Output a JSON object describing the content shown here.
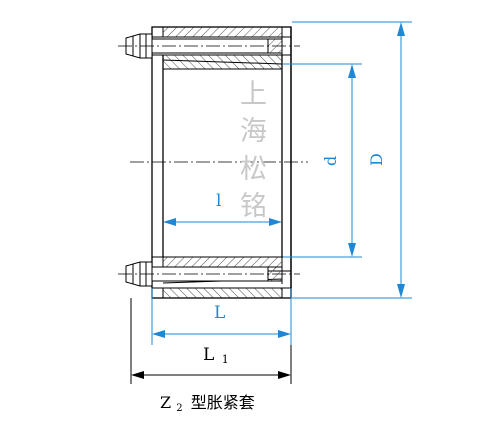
{
  "colors": {
    "line": "#000000",
    "dimension": "#1e88d6",
    "watermark": "#c8c8c8",
    "hatch": "#555555",
    "background": "#ffffff"
  },
  "dimensions": {
    "inner_length": "l",
    "length": "L",
    "length_total_base": "L",
    "length_total_sub": "1",
    "bore_diameter": "d",
    "outer_diameter": "D"
  },
  "watermark": {
    "chars": [
      "上",
      "海",
      "松",
      "铭"
    ]
  },
  "caption": {
    "model_base": "Z",
    "model_sub": "2",
    "title": "型胀紧套"
  }
}
